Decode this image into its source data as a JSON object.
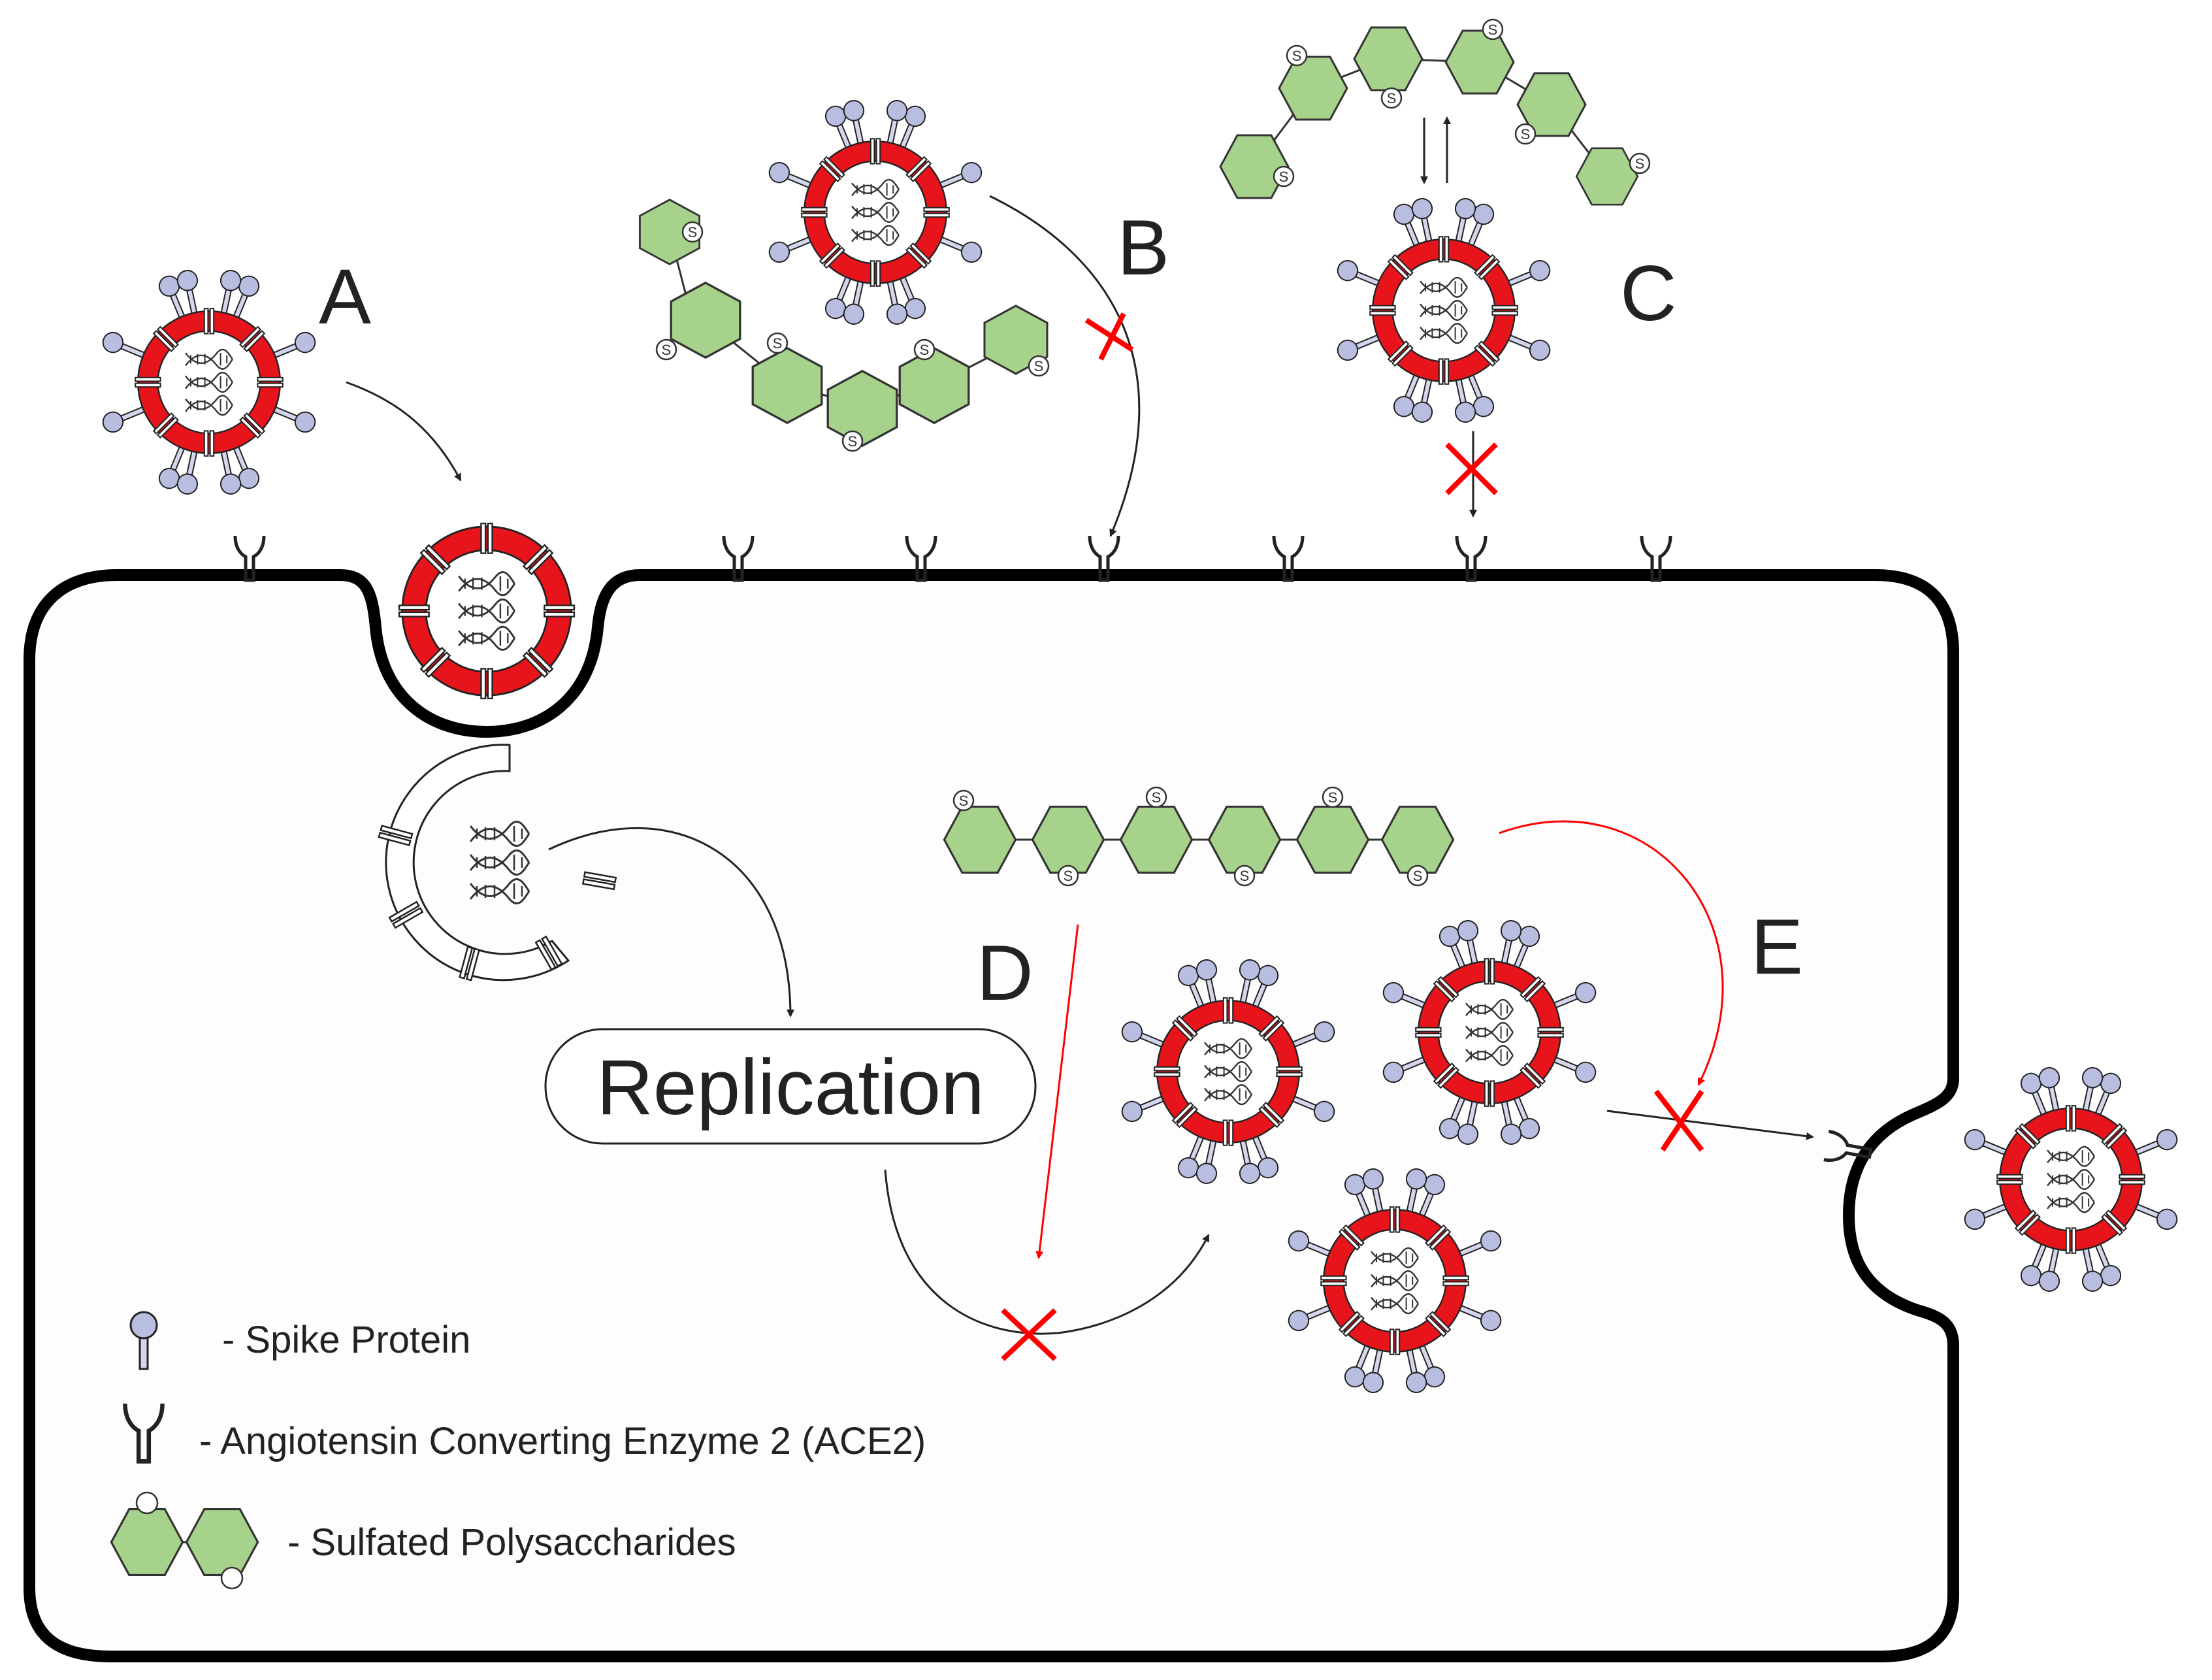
{
  "labels": {
    "A": "A",
    "B": "B",
    "C": "C",
    "D": "D",
    "E": "E"
  },
  "replication_label": "Replication",
  "sulfate_symbol": "S",
  "legend": {
    "spike": "- Spike Protein",
    "ace2": "- Angiotensin Converting Enzyme 2 (ACE2)",
    "polysaccharide": "- Sulfated Polysaccharides"
  },
  "colors": {
    "capsid_red": "#e8141b",
    "spike_head": "#b9bde0",
    "polysaccharide_green": "#a7d28c",
    "cell_fill": "#fdfdfd",
    "cell_outline": "#000000",
    "inhibition_red": "#ff0000",
    "arrow_black": "#222222"
  }
}
